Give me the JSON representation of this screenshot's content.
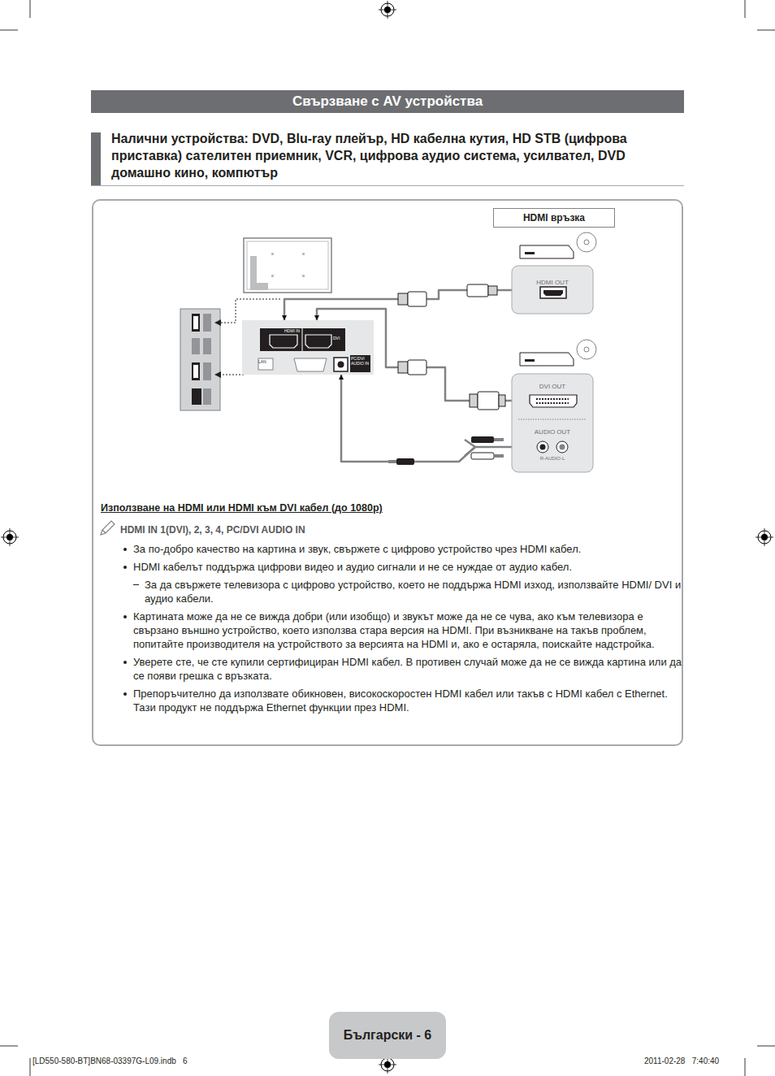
{
  "diagram": {
    "title": "Свързване с AV устройства",
    "nodes": [
      {
        "text": [
          "Използване на HDMI или HDMI към DVI кабел (до 1080p)",
          "HDMI IN 1(DVI), 2, 3, 4, PC/DVI AUDIO IN",
          "За по-добро качество на картина и звук, свържете с цифрово устройство чрез HDMI кабел.",
          "HDMI кабелът поддържа цифрови видео и аудио сигнали и не се нуждае от аудио кабел.",
          "За да свържете телевизора с цифрово устройство, което не поддържа HDMI изход, използвайте HDMI/ DVI и аудио кабели.",
          "Картината може да не се вижда добри (или изобщо) и звукът може да не се чува, ако към телевизора е свързано външно устройство, което използва стара версия на HDMI. При възникване на такъв проблем, попитайте производителя на устройството за версията на HDMI и, ако е остаряла, поискайте надстройка.",
          "Уверете сте, че сте купили сертифициран HDMI кабел. В противен случай може да не се вижда картина или да се появи грешка с връзката.",
          "Препоръчително да използвате обикновен, високоскоростен HDMI кабел или такъв с HDMI кабел с Ethernet. Тази продукт не поддържа Ethernet функции през HDMI."
        ]
      },
      {
        "text": [
          "HDMI връзка"
        ],
        "in": 0
      },
      {
        "text": [
          "HDMI IN",
          "DVI",
          "LAN",
          "PC/DVI AUDIO IN"
        ],
        "in": 0
      },
      {
        "text": [
          "HDMI OUT"
        ],
        "in": 0
      },
      {
        "text": [
          "DVI OUT",
          "AUDIO OUT",
          "R-AUDIO-L"
        ],
        "in": 0
      },
      {
        "text": [
          "Български - 6"
        ]
      }
    ],
    "edges": [
      {
        "from": 3,
        "to": 2,
        "arrow": "to"
      },
      {
        "from": 4,
        "to": 2,
        "arrow": "to"
      },
      {
        "from": 4,
        "to": 2,
        "arrow": "to"
      }
    ],
    "labels": [
      "Налични устройства: DVD, Blu-ray плейър, HD кабелна кутия, HD STB (цифрова приставка) сателитен приемник, VCR, цифрова аудио система, усилвател, DVD домашно кино, компютър",
      "[LD550-580-BT]BN68-03397G-L09.indb   6",
      "2011-02-28   7:40:40"
    ]
  }
}
